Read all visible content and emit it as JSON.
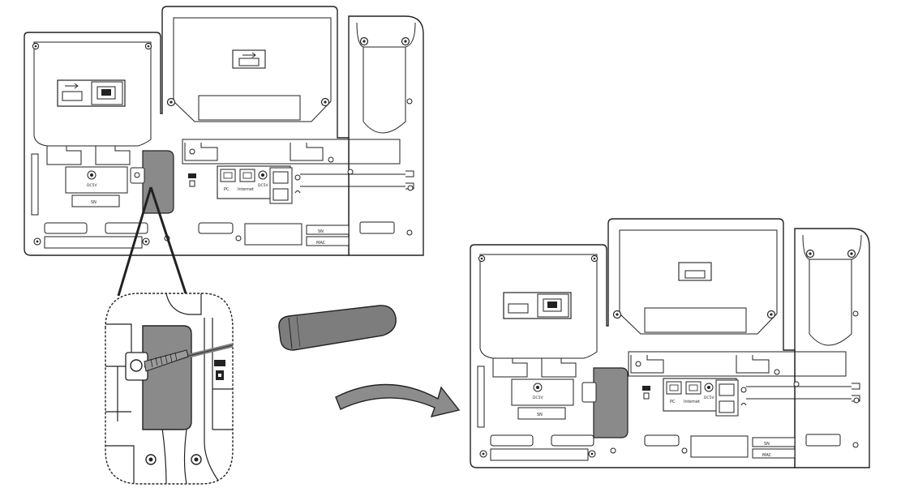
{
  "ports": {
    "pc": "PC",
    "internet": "Internet",
    "dc5v": "DC5V"
  },
  "labels": {
    "sn": "SN",
    "mac": "MAC"
  },
  "colors": {
    "line": "#222222",
    "bg": "#ffffff",
    "cover": "#8a8a8a",
    "coverDark": "#6f6f6f",
    "handle": "#7d7d7d",
    "arrow": "#8c8c8c"
  },
  "icons": [
    "usb-icon",
    "lock-icon",
    "headset-icon",
    "handset-icon",
    "screw-icon",
    "ring-icon"
  ]
}
